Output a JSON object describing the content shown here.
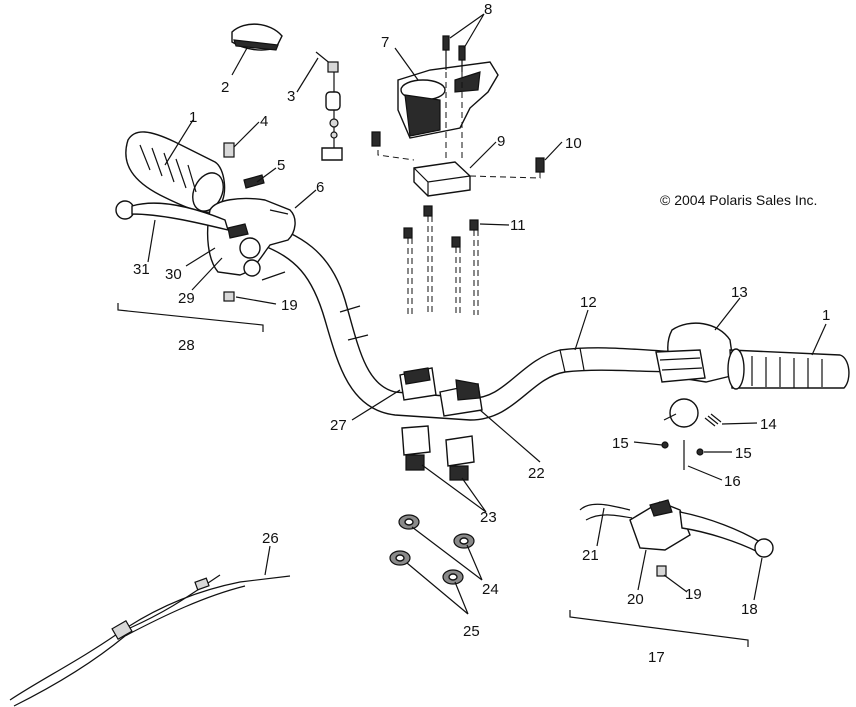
{
  "copyright": "© 2004 Polaris Sales Inc.",
  "callouts": [
    {
      "id": "c1a",
      "text": "1"
    },
    {
      "id": "c2",
      "text": "2"
    },
    {
      "id": "c3",
      "text": "3"
    },
    {
      "id": "c4",
      "text": "4"
    },
    {
      "id": "c5",
      "text": "5"
    },
    {
      "id": "c6",
      "text": "6"
    },
    {
      "id": "c7",
      "text": "7"
    },
    {
      "id": "c8",
      "text": "8"
    },
    {
      "id": "c9",
      "text": "9"
    },
    {
      "id": "c10",
      "text": "10"
    },
    {
      "id": "c11",
      "text": "11"
    },
    {
      "id": "c12",
      "text": "12"
    },
    {
      "id": "c13",
      "text": "13"
    },
    {
      "id": "c1b",
      "text": "1"
    },
    {
      "id": "c14",
      "text": "14"
    },
    {
      "id": "c15a",
      "text": "15"
    },
    {
      "id": "c15b",
      "text": "15"
    },
    {
      "id": "c16",
      "text": "16"
    },
    {
      "id": "c17",
      "text": "17"
    },
    {
      "id": "c18",
      "text": "18"
    },
    {
      "id": "c19a",
      "text": "19"
    },
    {
      "id": "c19b",
      "text": "19"
    },
    {
      "id": "c20",
      "text": "20"
    },
    {
      "id": "c21",
      "text": "21"
    },
    {
      "id": "c22",
      "text": "22"
    },
    {
      "id": "c23",
      "text": "23"
    },
    {
      "id": "c24",
      "text": "24"
    },
    {
      "id": "c25",
      "text": "25"
    },
    {
      "id": "c26",
      "text": "26"
    },
    {
      "id": "c27",
      "text": "27"
    },
    {
      "id": "c28",
      "text": "28"
    },
    {
      "id": "c29",
      "text": "29"
    },
    {
      "id": "c30",
      "text": "30"
    },
    {
      "id": "c31",
      "text": "31"
    }
  ]
}
